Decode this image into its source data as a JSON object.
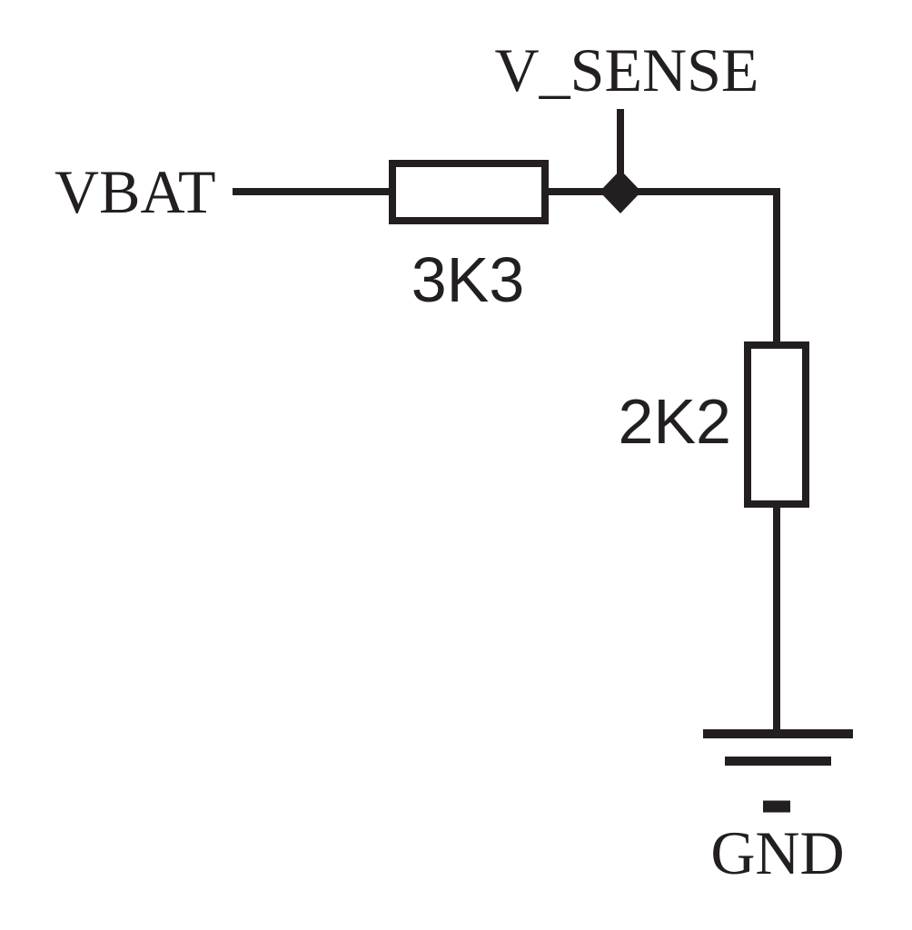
{
  "diagram": {
    "type": "circuit-schematic",
    "description": "Resistive voltage divider from VBAT to GND with V_SENSE tap node",
    "labels": {
      "vbat": "VBAT",
      "v_sense": "V_SENSE",
      "gnd": "GND"
    },
    "components": [
      {
        "id": "R1",
        "kind": "resistor",
        "value": "3K3",
        "orientation": "horizontal",
        "connects": [
          "VBAT",
          "V_SENSE"
        ]
      },
      {
        "id": "R2",
        "kind": "resistor",
        "value": "2K2",
        "orientation": "vertical",
        "connects": [
          "V_SENSE",
          "GND"
        ]
      }
    ],
    "nodes": [
      {
        "id": "v-sense-junction",
        "style": "filled-diamond"
      }
    ],
    "colors": {
      "stroke": "#231f20",
      "background": "#ffffff"
    }
  }
}
